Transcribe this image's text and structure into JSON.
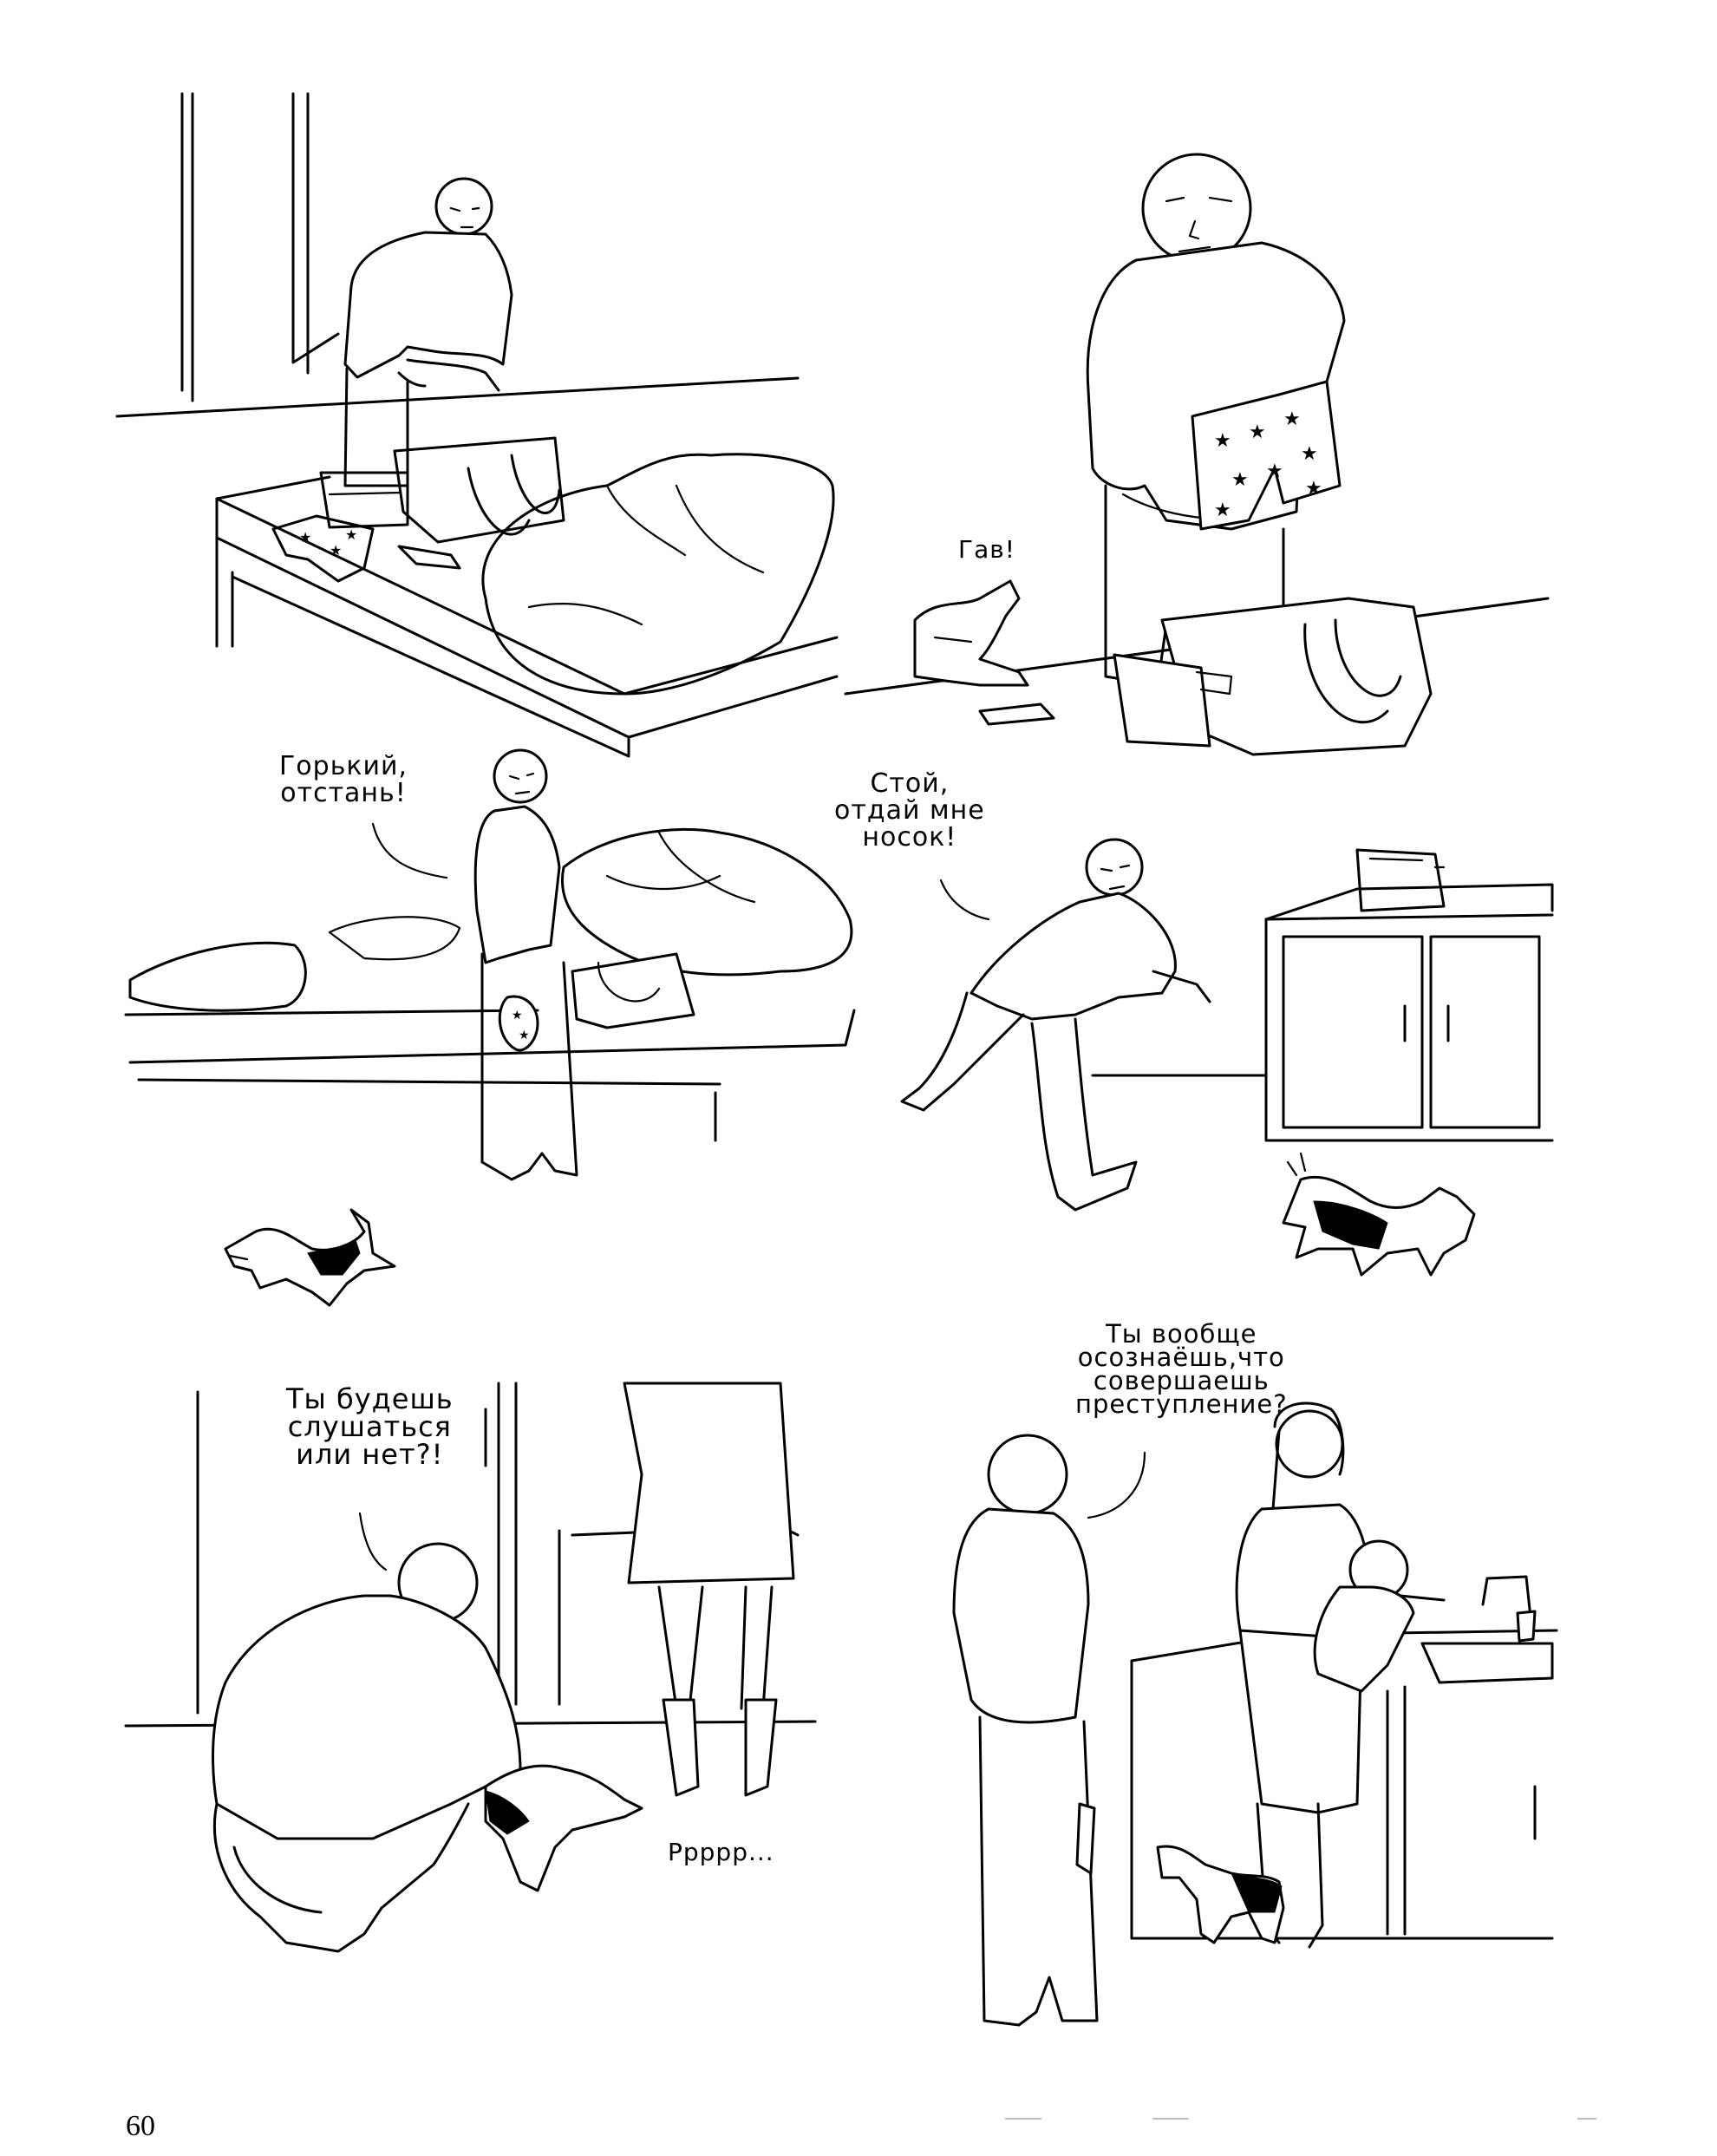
{
  "page": {
    "number": "60"
  },
  "panels": [
    {
      "id": 1,
      "speech": []
    },
    {
      "id": 2,
      "speech": [
        {
          "text": "Гав!"
        }
      ]
    },
    {
      "id": 3,
      "speech": [
        {
          "text": "Горький,\nотстань!"
        }
      ]
    },
    {
      "id": 4,
      "speech": [
        {
          "text": "Стой,\nотдай мне\nносок!"
        }
      ]
    },
    {
      "id": 5,
      "speech": [
        {
          "text": "Ты будешь\nслушаться\nили нет?!"
        },
        {
          "text": "Рpppp..."
        }
      ]
    },
    {
      "id": 6,
      "speech": [
        {
          "text": "Ты вообще\nосознаёшь,что\nсовершаешь\nпреступление?"
        }
      ]
    }
  ]
}
